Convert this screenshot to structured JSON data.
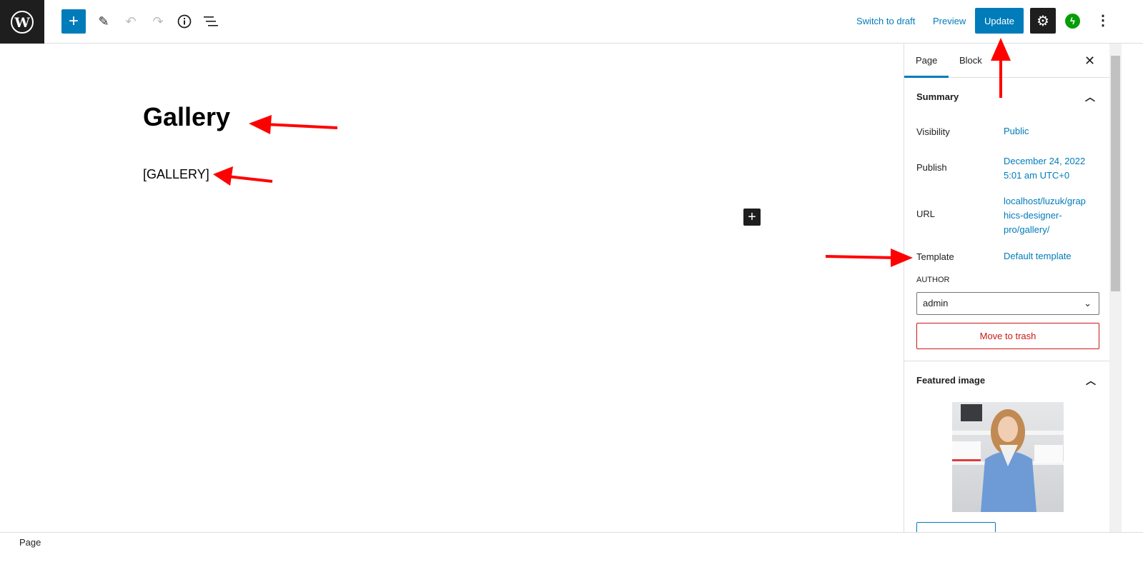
{
  "toolbar": {
    "switch_to_draft": "Switch to draft",
    "preview": "Preview",
    "update": "Update"
  },
  "editor": {
    "title": "Gallery",
    "paragraph": "[GALLERY]"
  },
  "sidebar": {
    "tabs": [
      "Page",
      "Block"
    ],
    "summary": {
      "heading": "Summary",
      "visibility_label": "Visibility",
      "visibility": "Public",
      "publish_label": "Publish",
      "publish_date": "December 24, 2022",
      "publish_time": "5:01 am UTC+0",
      "url_label": "URL",
      "url_1": "localhost/luzuk/grap",
      "url_2": "hics-designer-",
      "url_3": "pro/gallery/",
      "template_label": "Template",
      "template": "Default template",
      "author_label": "AUTHOR",
      "author": "admin",
      "trash": "Move to trash"
    },
    "featured": {
      "heading": "Featured image"
    }
  },
  "footer": {
    "breadcrumb": "Page"
  },
  "colors": {
    "accent": "#007cba",
    "danger": "#cc1818",
    "annotation": "#ff0000"
  }
}
